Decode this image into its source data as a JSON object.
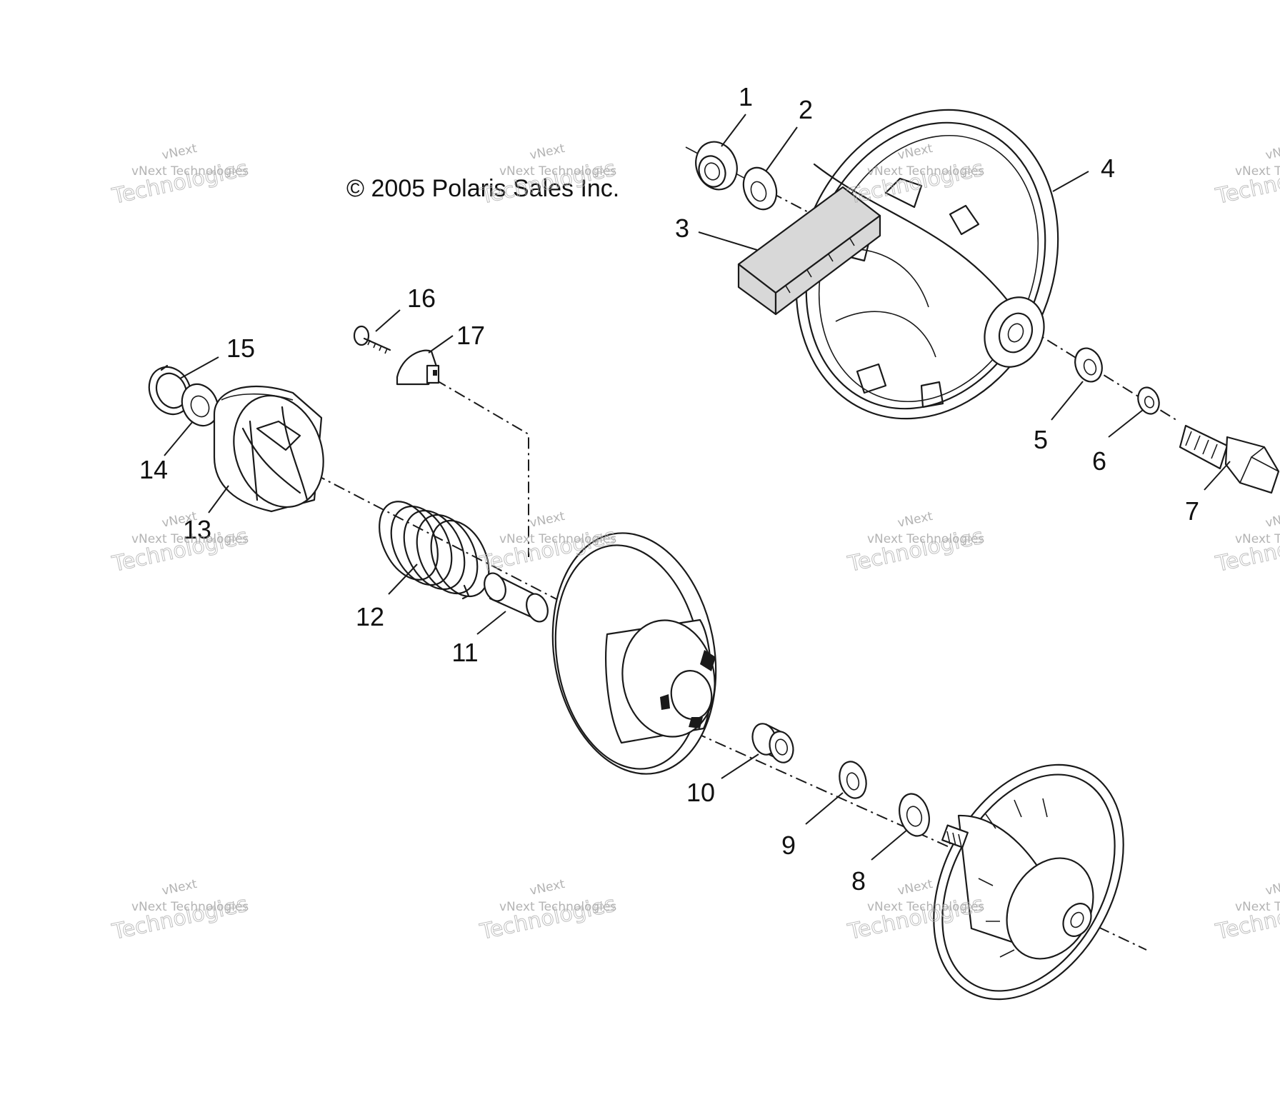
{
  "copyright": "© 2005 Polaris Sales Inc.",
  "watermark": {
    "brand": "vNext",
    "line1": "vNext Technologies",
    "line2": "Technologies"
  },
  "callouts": [
    "1",
    "2",
    "3",
    "4",
    "5",
    "6",
    "7",
    "8",
    "9",
    "10",
    "11",
    "12",
    "13",
    "14",
    "15",
    "16",
    "17"
  ]
}
